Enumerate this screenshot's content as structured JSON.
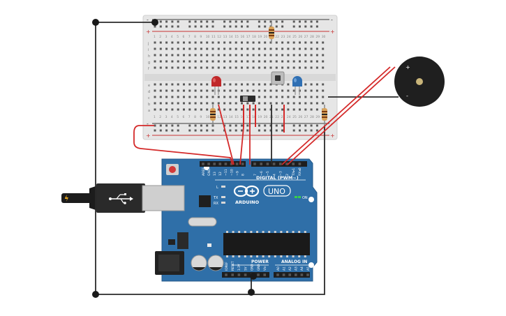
{
  "breadboard": {
    "column_numbers": [
      "1",
      "2",
      "3",
      "4",
      "5",
      "6",
      "7",
      "8",
      "9",
      "10",
      "11",
      "12",
      "13",
      "14",
      "15",
      "16",
      "17",
      "18",
      "19",
      "20",
      "21",
      "22",
      "23",
      "24",
      "25",
      "26",
      "27",
      "28",
      "29",
      "30"
    ],
    "row_letters_top": [
      "j",
      "i",
      "h",
      "g",
      "f"
    ],
    "row_letters_bottom": [
      "e",
      "d",
      "c",
      "b",
      "a"
    ],
    "rail_plus": "+",
    "rail_minus": "-"
  },
  "arduino": {
    "brand": "ARDUINO",
    "model": "UNO",
    "digital_label": "DIGITAL (PWM~)",
    "power_label": "POWER",
    "analog_label": "ANALOG IN",
    "on_label": "ON",
    "led_labels": [
      "L",
      "TX",
      "RX"
    ],
    "top_pins": [
      "AREF",
      "GND",
      "13",
      "12",
      "~11",
      "~10",
      "~9",
      "8",
      "7",
      "~6",
      "~5",
      "4",
      "~3",
      "2",
      "TX▸1",
      "RX◂0"
    ],
    "power_pins": [
      "IOREF",
      "RESET",
      "3.3V",
      "5V",
      "GND",
      "GND",
      "Vin"
    ],
    "analog_pins": [
      "A0",
      "A1",
      "A2",
      "A3",
      "A4",
      "A5"
    ]
  },
  "buzzer": {
    "plus_label": "+",
    "minus_label": "-"
  },
  "colors": {
    "breadboard": "#e8e8e8",
    "board_blue": "#2f6fa8",
    "wire_red": "#d42a2a",
    "wire_black": "#2a2a2a",
    "led_red": "#c0282a",
    "led_blue": "#2f6fb3"
  }
}
